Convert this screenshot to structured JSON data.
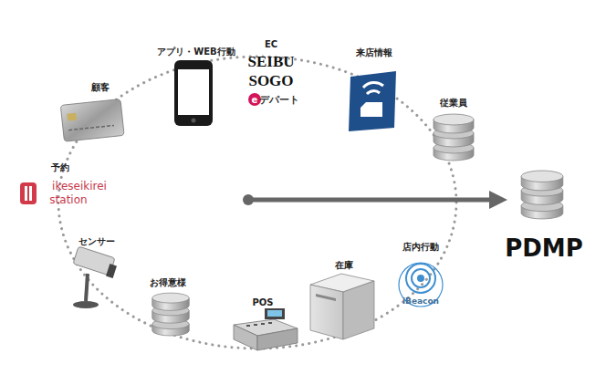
{
  "diagram": {
    "labels": [
      "顧客",
      "アプリ・WEB行動",
      "EC",
      "SEIBU",
      "SOGO",
      "e",
      "デパート",
      "来店情報",
      "従業員",
      "予約",
      "ikeseikirei",
      "station",
      "センサー",
      "お得意様",
      "POS",
      "在庫",
      "店内行動",
      "iBeacon",
      "PDMP"
    ]
  }
}
